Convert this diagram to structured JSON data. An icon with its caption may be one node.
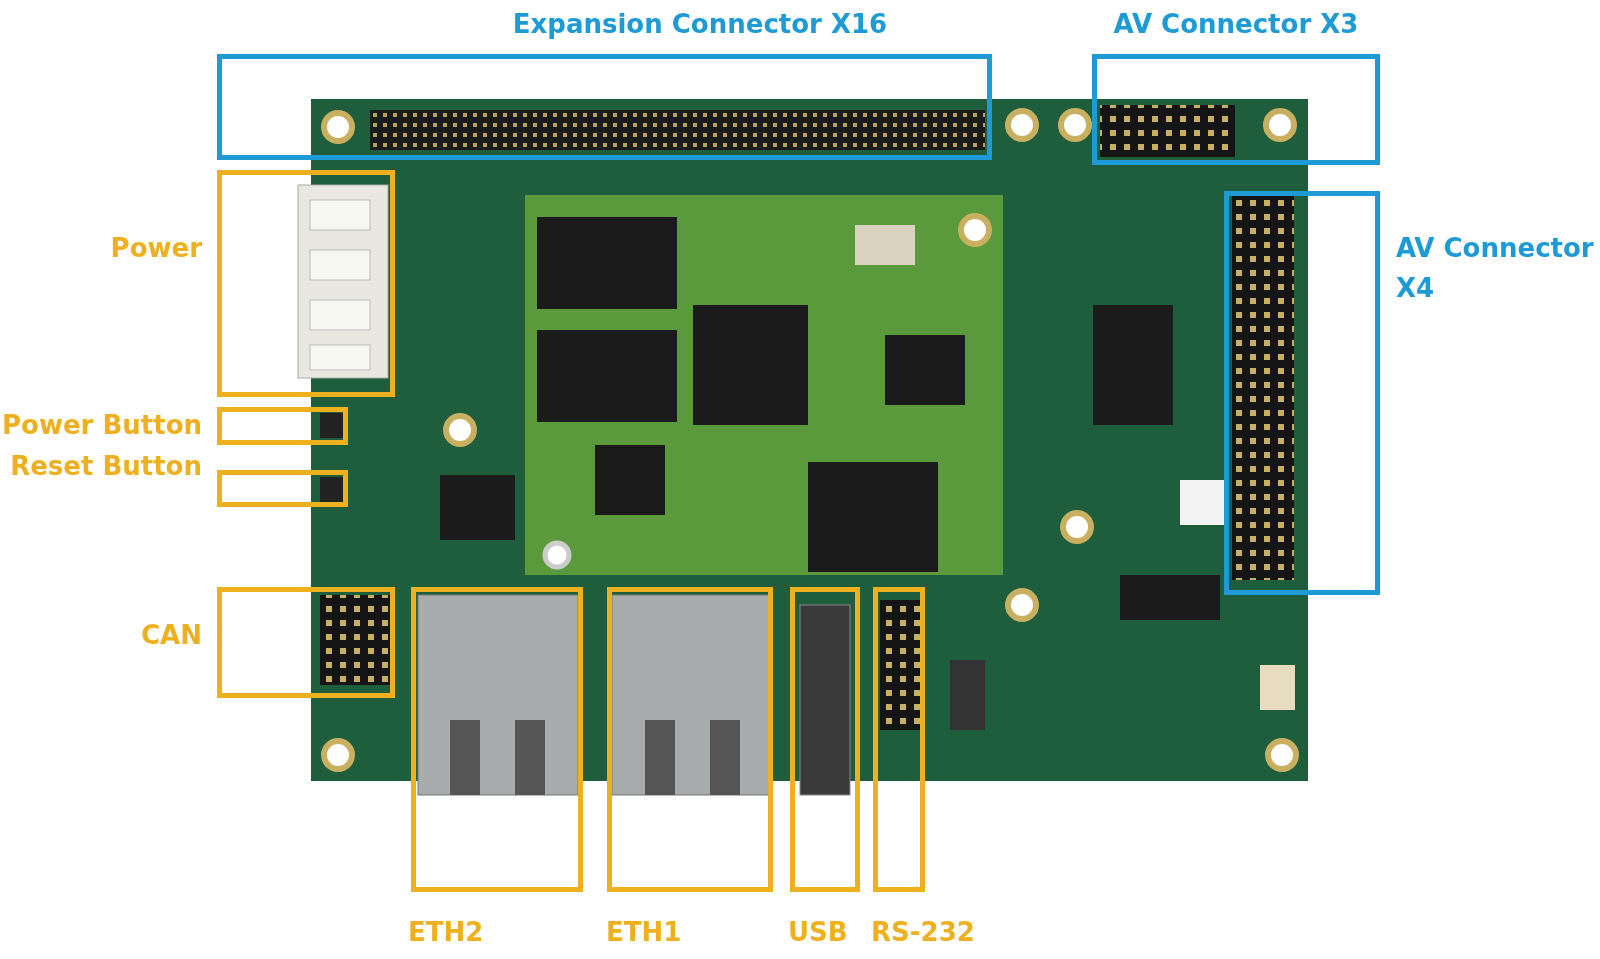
{
  "diagram": {
    "nodes": [
      {
        "text": [
          "Expansion Connector X16"
        ]
      },
      {
        "text": [
          "AV Connector X3"
        ]
      },
      {
        "text": [
          "AV Connector X4"
        ]
      },
      {
        "text": [
          "Power"
        ]
      },
      {
        "text": [
          "Power Button"
        ]
      },
      {
        "text": [
          "Reset Button"
        ]
      },
      {
        "text": [
          "CAN"
        ]
      },
      {
        "text": [
          "ETH2"
        ]
      },
      {
        "text": [
          "ETH1"
        ]
      },
      {
        "text": [
          "USB"
        ]
      },
      {
        "text": [
          "RS-232"
        ]
      }
    ]
  }
}
